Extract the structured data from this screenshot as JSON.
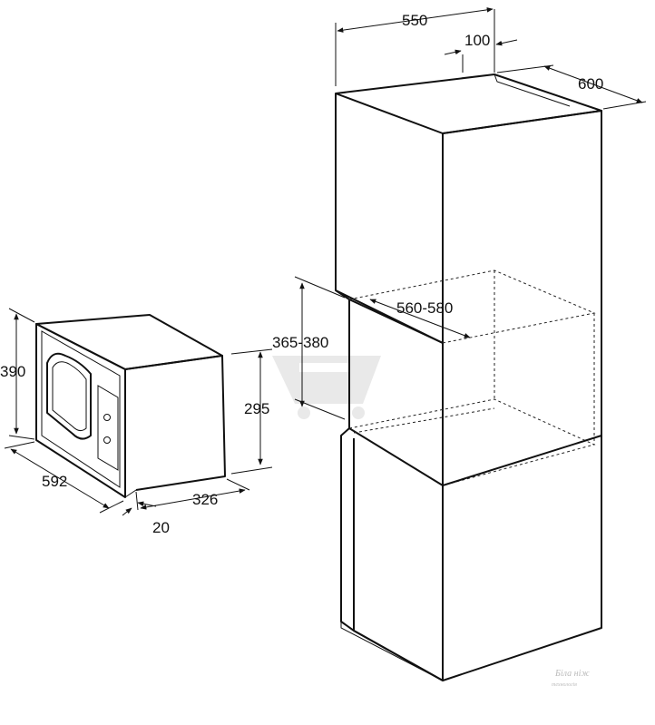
{
  "dimensions": {
    "cabinet_width": "550",
    "cabinet_offset": "100",
    "cabinet_depth": "600",
    "niche_depth": "560-580",
    "niche_height": "365-380",
    "oven_recess_height": "295",
    "oven_height": "390",
    "oven_width": "592",
    "oven_frame_depth": "20",
    "oven_body_depth": "326"
  },
  "watermark": {
    "line1": "Біла ніж",
    "line2": "технологія"
  },
  "colors": {
    "line": "#111111",
    "watermark": "#d0d0d0"
  }
}
